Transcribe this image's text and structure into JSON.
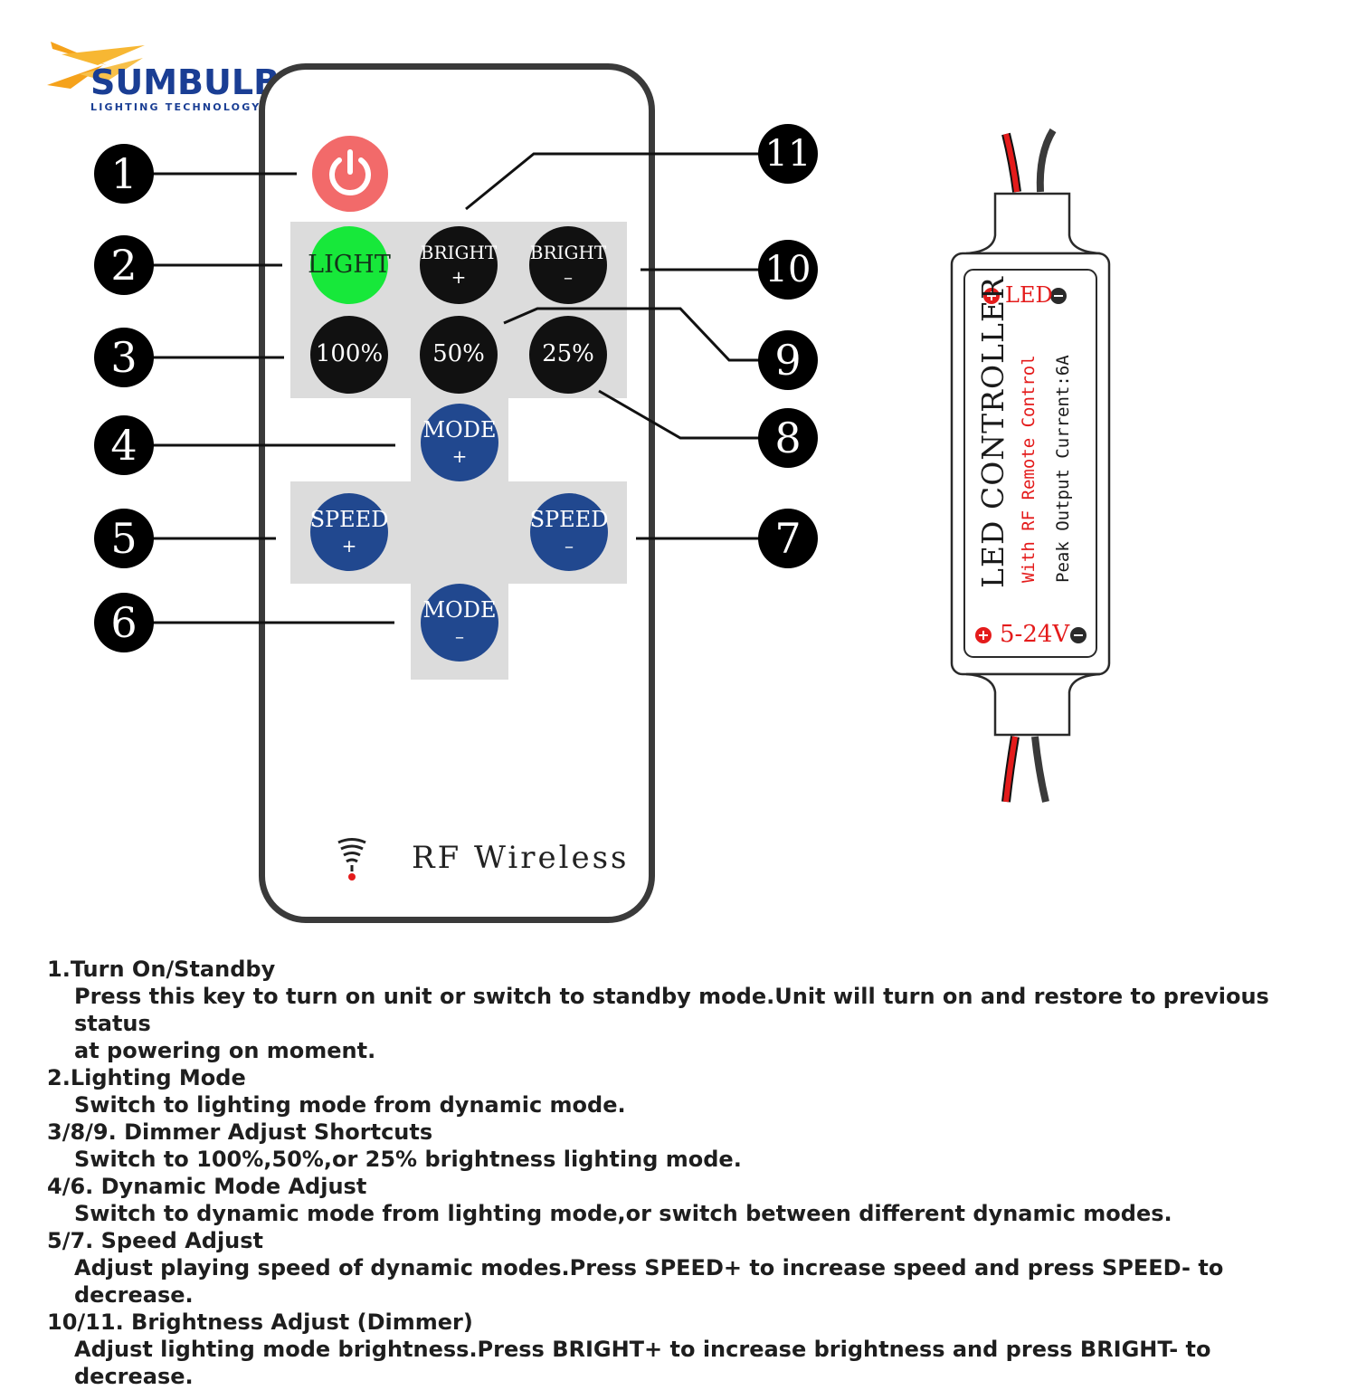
{
  "logo": {
    "name": "SUMBULBS",
    "subtitle": "LIGHTING TECHNOLOGY LIMITED",
    "colors": {
      "blue": "#1a3e94",
      "orange": "#f5a21b"
    }
  },
  "remote": {
    "buttons": {
      "light": "LIGHT",
      "bright_plus": [
        "BRIGHT",
        "+"
      ],
      "bright_minus": [
        "BRIGHT",
        "–"
      ],
      "p100": "100%",
      "p50": "50%",
      "p25": "25%",
      "mode_plus": [
        "MODE",
        "+"
      ],
      "speed_plus": [
        "SPEED",
        "+"
      ],
      "speed_minus": [
        "SPEED",
        "–"
      ],
      "mode_minus": [
        "MODE",
        "–"
      ]
    },
    "footer": "RF Wireless",
    "colors": {
      "power": "#f26a6a",
      "light": "#17e83a",
      "dark": "#111111",
      "blue": "#21488f",
      "panel": "#dcdcdc"
    }
  },
  "callouts": [
    "1",
    "2",
    "3",
    "4",
    "5",
    "6",
    "7",
    "8",
    "9",
    "10",
    "11"
  ],
  "controller": {
    "led_label": "LED",
    "title": "LED CONTROLLER",
    "subtitle": "With RF Remote Control",
    "spec": "Peak Output Current:6A",
    "voltage": "5-24V"
  },
  "description": [
    {
      "heading": "1.Turn On/Standby",
      "body": "Press this key to turn on unit or switch to standby mode.Unit will turn on and restore to previous status",
      "body2": "at powering on moment."
    },
    {
      "heading": "2.Lighting Mode",
      "body": "Switch to lighting mode from dynamic mode."
    },
    {
      "heading": "3/8/9. Dimmer Adjust Shortcuts",
      "body": "Switch to 100%,50%,or 25% brightness lighting mode."
    },
    {
      "heading": "4/6.  Dynamic Mode Adjust",
      "body": "Switch to dynamic mode from lighting mode,or switch between different dynamic modes."
    },
    {
      "heading": "5/7. Speed Adjust",
      "body": "Adjust playing speed of dynamic modes.Press SPEED+ to increase speed and press SPEED- to decrease."
    },
    {
      "heading": "10/11. Brightness Adjust (Dimmer)",
      "body": "Adjust lighting mode brightness.Press BRIGHT+ to increase brightness and press BRIGHT- to decrease."
    }
  ]
}
